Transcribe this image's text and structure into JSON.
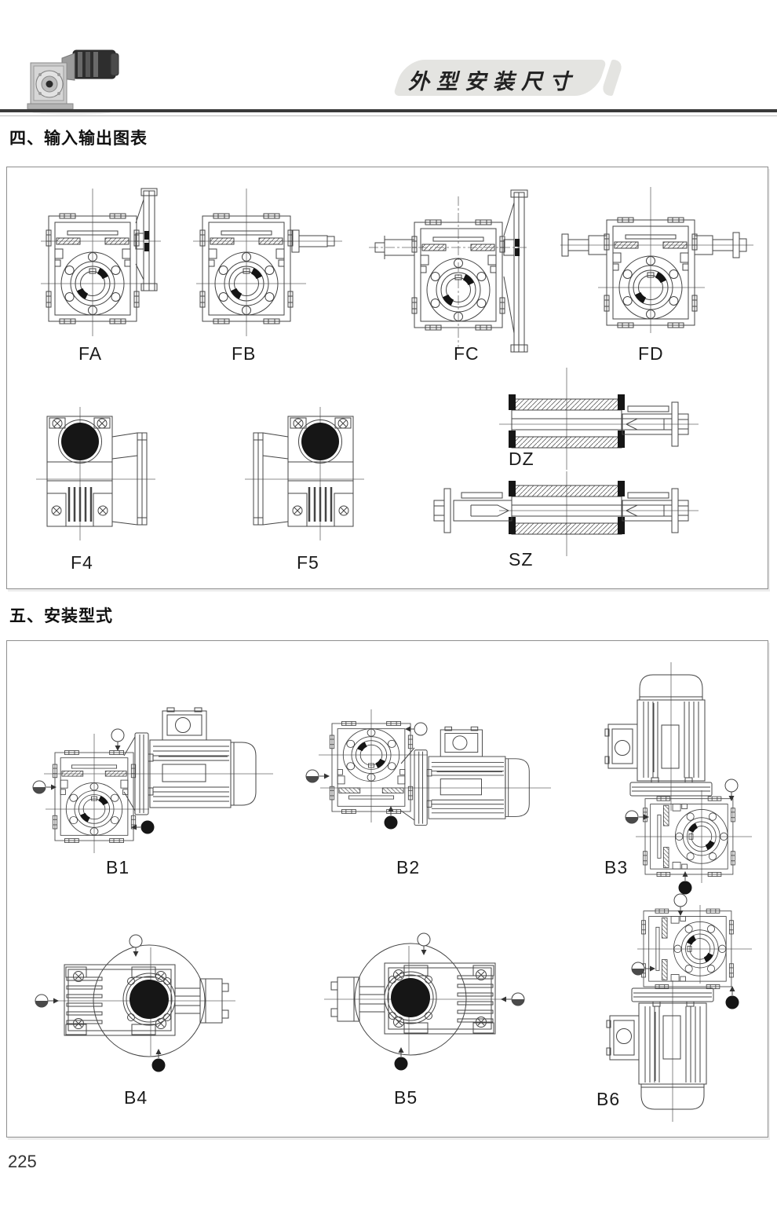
{
  "header": {
    "banner_title": "外型安装尺寸",
    "product_photo": "worm-gearbox-with-motor-photo"
  },
  "section4": {
    "heading": "四、输入输出图表",
    "figures": {
      "fa": "FA",
      "fb": "FB",
      "fc": "FC",
      "fd": "FD",
      "f4": "F4",
      "f5": "F5",
      "dz": "DZ",
      "sz": "SZ"
    }
  },
  "section5": {
    "heading": "五、安装型式",
    "figures": {
      "b1": "B1",
      "b2": "B2",
      "b3": "B3",
      "b4": "B4",
      "b5": "B5",
      "b6": "B6"
    }
  },
  "icons": {
    "vent_plug": "breather-plug-symbol",
    "level_plug": "oil-level-plug-symbol",
    "drain_plug": "drain-plug-symbol"
  },
  "line_color": "#454545",
  "page_number": "225"
}
